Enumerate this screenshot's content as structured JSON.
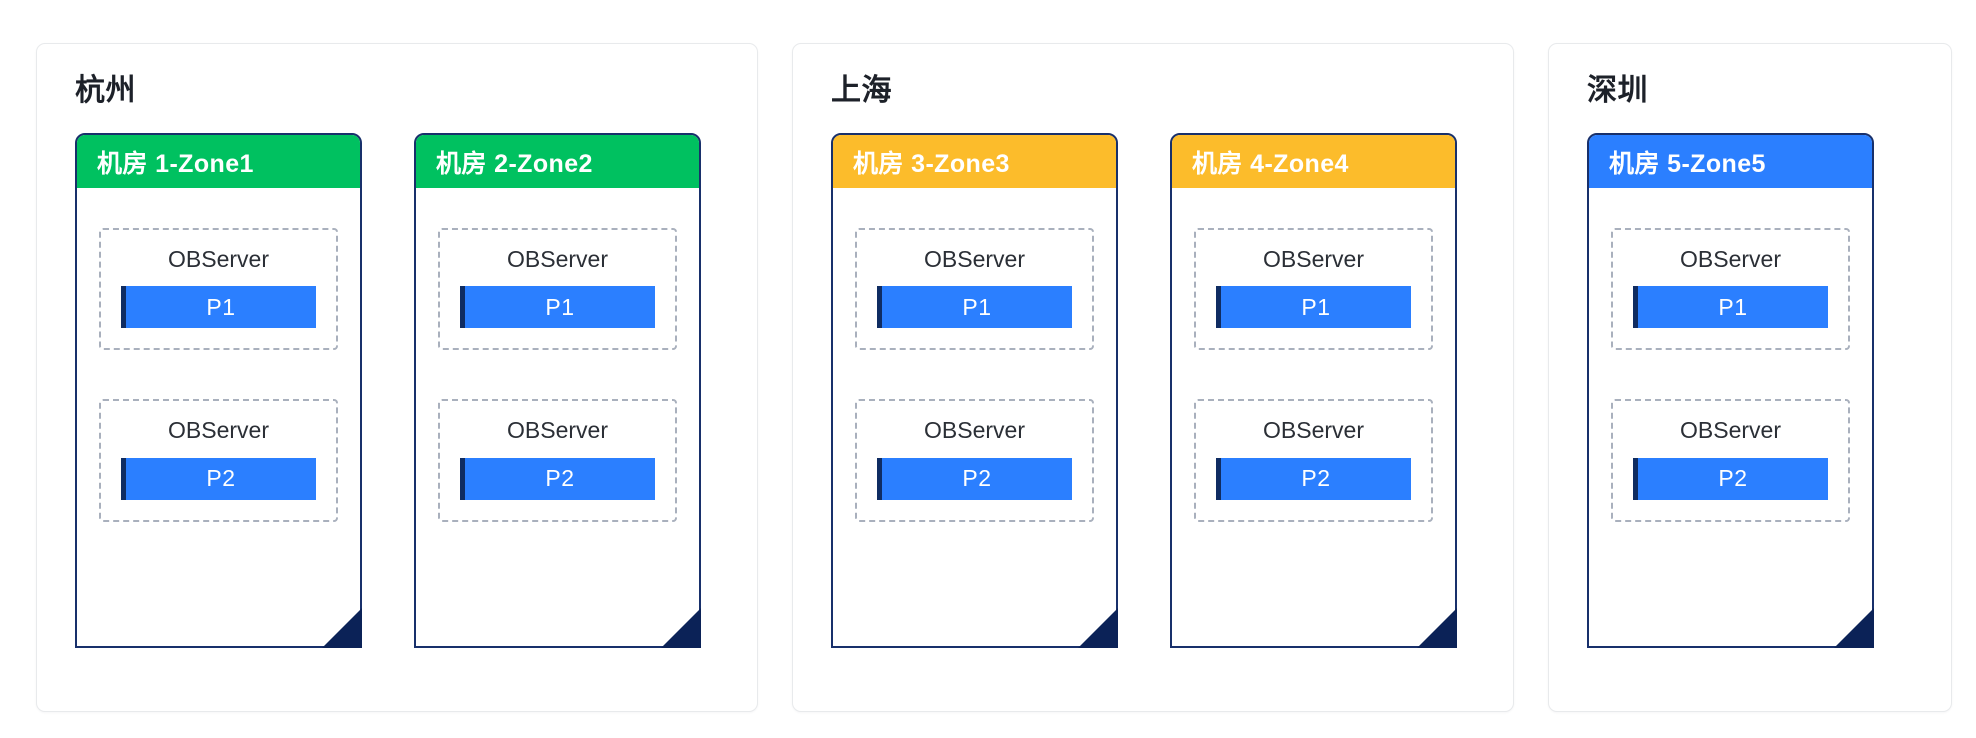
{
  "diagram": {
    "title_semantic": "ob-deployment-topology",
    "colors": {
      "zone_border": "#18306b",
      "header_green": "#00c160",
      "header_amber": "#fcbc2b",
      "header_blue": "#2b7fff",
      "partition_fill": "#2b7fff",
      "partition_accent": "#0f2c62",
      "fold": "#0b2257",
      "region_border": "#e8eaec",
      "observer_dash": "#a9b0bd",
      "text_dark": "#1d2129"
    },
    "regions": [
      {
        "name": "杭州",
        "zones": [
          {
            "header": "机房 1-Zone1",
            "header_color": "green",
            "servers": [
              {
                "label": "OBServer",
                "partition": "P1"
              },
              {
                "label": "OBServer",
                "partition": "P2"
              }
            ]
          },
          {
            "header": "机房 2-Zone2",
            "header_color": "green",
            "servers": [
              {
                "label": "OBServer",
                "partition": "P1"
              },
              {
                "label": "OBServer",
                "partition": "P2"
              }
            ]
          }
        ]
      },
      {
        "name": "上海",
        "zones": [
          {
            "header": "机房 3-Zone3",
            "header_color": "amber",
            "servers": [
              {
                "label": "OBServer",
                "partition": "P1"
              },
              {
                "label": "OBServer",
                "partition": "P2"
              }
            ]
          },
          {
            "header": "机房 4-Zone4",
            "header_color": "amber",
            "servers": [
              {
                "label": "OBServer",
                "partition": "P1"
              },
              {
                "label": "OBServer",
                "partition": "P2"
              }
            ]
          }
        ]
      },
      {
        "name": "深圳",
        "zones": [
          {
            "header": "机房 5-Zone5",
            "header_color": "blue",
            "servers": [
              {
                "label": "OBServer",
                "partition": "P1"
              },
              {
                "label": "OBServer",
                "partition": "P2"
              }
            ]
          }
        ]
      }
    ]
  }
}
